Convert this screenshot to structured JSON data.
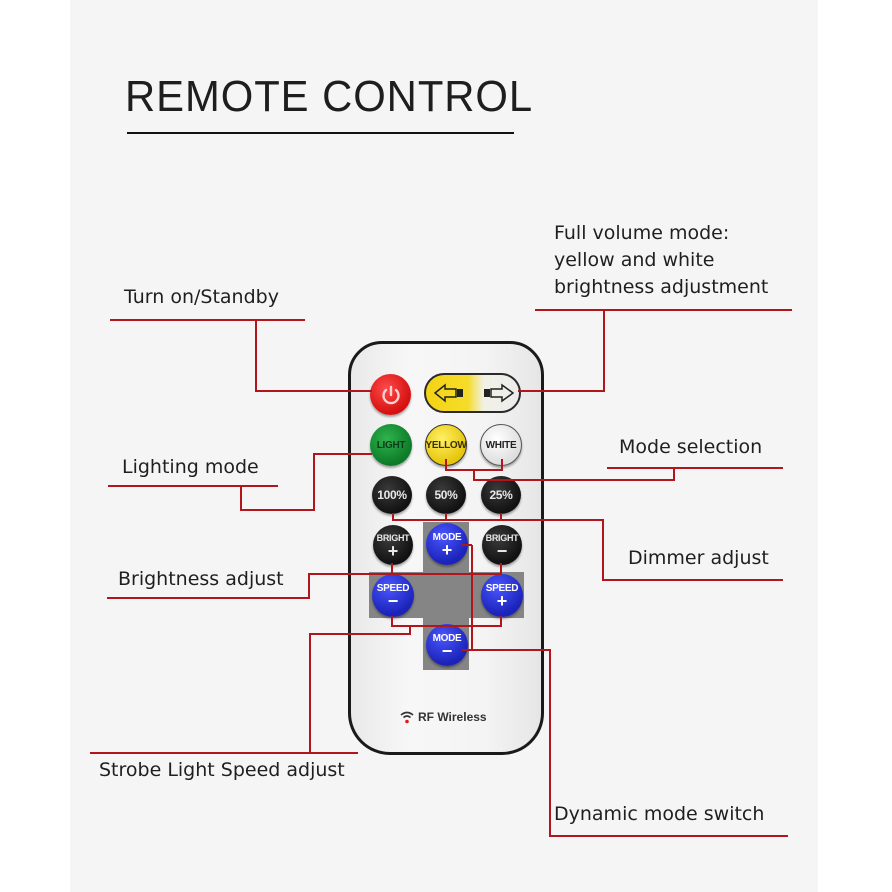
{
  "title": "REMOTE CONTROL",
  "colors": {
    "leader_line": "#b3151c",
    "power_button": "#e41a1a",
    "light_button": "#138a30",
    "yellow_button": "#f2d414",
    "white_button": "#f4f4f4",
    "dark_button": "#151515",
    "blue_button": "#1e2bd0",
    "panel_background": "#f5f5f5"
  },
  "labels": {
    "turn_on_standby": "Turn on/Standby",
    "full_volume_line1": "Full volume mode:",
    "full_volume_line2": "yellow and white",
    "full_volume_line3": "brightness adjustment",
    "lighting_mode": "Lighting mode",
    "mode_selection": "Mode selection",
    "dimmer_adjust": "Dimmer adjust",
    "brightness_adjust": "Brightness adjust",
    "strobe_speed_adjust": "Strobe Light Speed adjust",
    "dynamic_mode_switch": "Dynamic mode switch"
  },
  "remote": {
    "buttons": {
      "power": "power-icon",
      "rocker_left": "arrow-left-icon",
      "rocker_right": "arrow-right-icon",
      "light": "LIGHT",
      "yellow": "YELLOW",
      "white": "WHITE",
      "p100": "100%",
      "p50": "50%",
      "p25": "25%",
      "bright_plus_text": "BRIGHT",
      "bright_plus_sign": "+",
      "bright_minus_text": "BRIGHT",
      "bright_minus_sign": "−",
      "mode_plus_text": "MODE",
      "mode_plus_sign": "+",
      "mode_minus_text": "MODE",
      "mode_minus_sign": "−",
      "speed_minus_text": "SPEED",
      "speed_minus_sign": "−",
      "speed_plus_text": "SPEED",
      "speed_plus_sign": "+"
    },
    "brand": "RF Wireless"
  }
}
